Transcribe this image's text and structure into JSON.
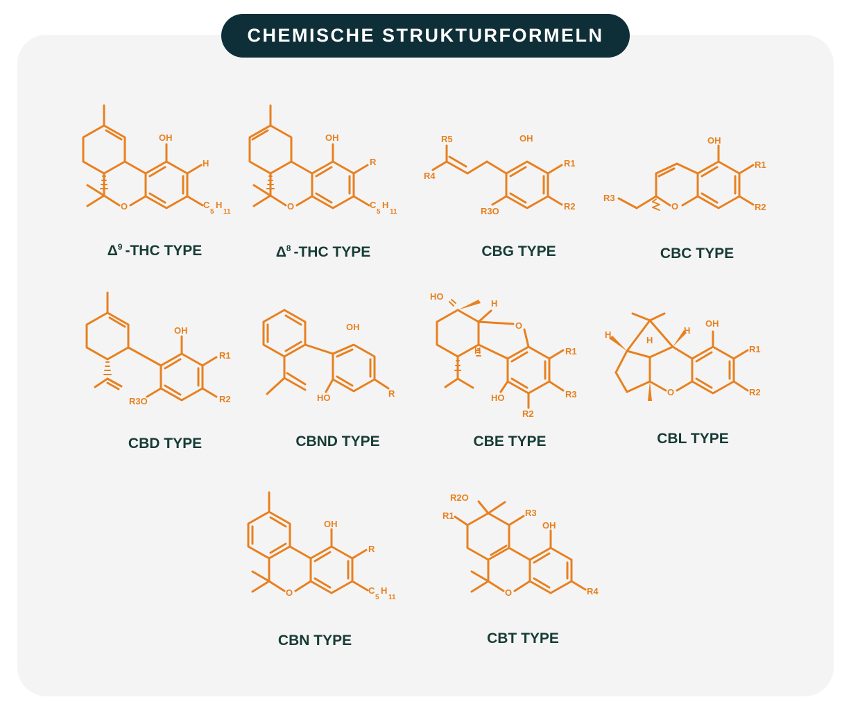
{
  "title": "CHEMISCHE STRUKTURFORMELN",
  "colors": {
    "title_bg": "#0f2f38",
    "panel_bg": "#f4f4f4",
    "structure": "#e8801f",
    "caption": "#173c35"
  },
  "captions": {
    "d9thc": {
      "symbol": "Δ",
      "sup": "9",
      "text": "-THC TYPE"
    },
    "d8thc": {
      "symbol": "Δ",
      "sup": "8",
      "text": "-THC TYPE"
    },
    "cbg": "CBG TYPE",
    "cbc": "CBC TYPE",
    "cbd": "CBD TYPE",
    "cbnd": "CBND TYPE",
    "cbe": "CBE TYPE",
    "cbl": "CBL TYPE",
    "cbn": "CBN TYPE",
    "cbt": "CBT TYPE"
  },
  "labels": {
    "d9thc": {
      "oh": "OH",
      "h": "H",
      "o": "O",
      "c": "C",
      "c_sub": "5",
      "h2": "H",
      "h2_sub": "11"
    },
    "d8thc": {
      "oh": "OH",
      "r": "R",
      "o": "O",
      "c": "C",
      "c_sub": "5",
      "h2": "H",
      "h2_sub": "11"
    },
    "cbg": {
      "r5": "R5",
      "r4": "R4",
      "oh": "OH",
      "r1": "R1",
      "r2": "R2",
      "r3o": "R3O"
    },
    "cbc": {
      "oh": "OH",
      "r1": "R1",
      "r2": "R2",
      "r3": "R3",
      "o": "O"
    },
    "cbd": {
      "oh": "OH",
      "r1": "R1",
      "r2": "R2",
      "r3o": "R3O"
    },
    "cbnd": {
      "oh": "OH",
      "ho": "HO",
      "r": "R"
    },
    "cbe": {
      "ho": "HO",
      "h1": "H",
      "o": "O",
      "h2": "H",
      "r1": "R1",
      "ho2": "HO",
      "r3": "R3",
      "r2": "R2"
    },
    "cbl": {
      "h1": "H",
      "h2": "H",
      "h3": "H",
      "oh": "OH",
      "r1": "R1",
      "r2": "R2",
      "o": "O"
    },
    "cbn": {
      "oh": "OH",
      "r": "R",
      "o": "O",
      "c": "C",
      "c_sub": "5",
      "h2": "H",
      "h2_sub": "11"
    },
    "cbt": {
      "r2o": "R2O",
      "r1": "R1",
      "r3": "R3",
      "oh": "OH",
      "r4": "R4",
      "o": "O"
    }
  }
}
